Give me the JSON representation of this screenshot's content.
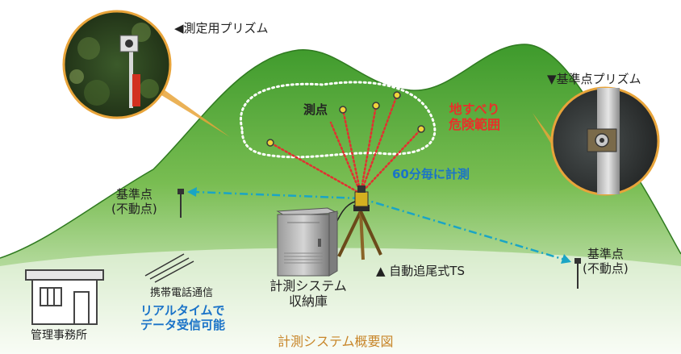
{
  "labels": {
    "measure_prism": "◀測定用プリズム",
    "reference_prism": "▼基準点プリズム",
    "measurement_points": "測点",
    "landslide_zone_line1": "地すべり",
    "landslide_zone_line2": "危険範囲",
    "interval": "60分毎に計測",
    "ref_point_left_line1": "基準点",
    "ref_point_left_line2": "(不動点)",
    "ref_point_right_line1": "基準点",
    "ref_point_right_line2": "(不動点)",
    "total_station": "▲ 自動追尾式TS",
    "system_storage_line1": "計測システム",
    "system_storage_line2": "収納庫",
    "mobile_comm": "携帯電話通信",
    "realtime_line1": "リアルタイムで",
    "realtime_line2": "データ受信可能",
    "office": "管理事務所",
    "caption": "計測システム概要図"
  },
  "colors": {
    "hill_top": "#3e9a2c",
    "hill_bottom": "#eef6e6",
    "danger_text": "#e8302a",
    "blue_text": "#1a73c8",
    "caption_text": "#c8862a",
    "sight_lines": "#e23030",
    "dash_line": "#1aa5c5",
    "callout": "#e8a43a"
  },
  "icons": [
    "camera-prism-photo",
    "reference-prism-photo",
    "office-building-icon",
    "signal-waves-icon",
    "tripod-total-station-icon",
    "storage-cabinet-icon"
  ]
}
